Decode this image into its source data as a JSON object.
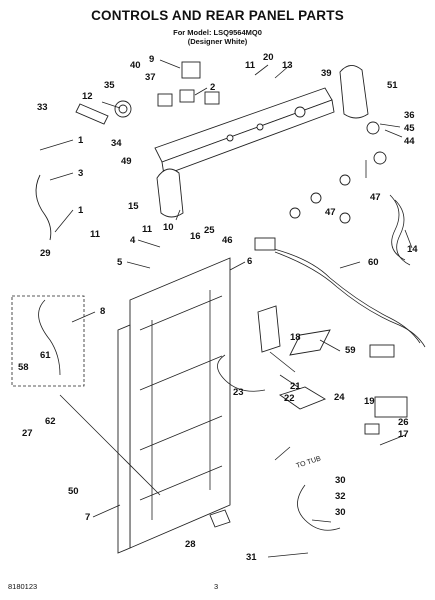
{
  "header": {
    "title": "CONTROLS AND REAR PANEL PARTS",
    "model_line": "For Model: LSQ9564MQ0",
    "variant_line": "(Designer White)"
  },
  "footer": {
    "doc_number": "8180123",
    "page_number": "3"
  },
  "callouts": [
    "1",
    "1",
    "2",
    "3",
    "4",
    "5",
    "6",
    "7",
    "8",
    "9",
    "10",
    "11",
    "11",
    "11",
    "12",
    "13",
    "14",
    "15",
    "16",
    "17",
    "18",
    "19",
    "20",
    "21",
    "22",
    "23",
    "24",
    "25",
    "26",
    "27",
    "28",
    "29",
    "30",
    "30",
    "31",
    "32",
    "33",
    "34",
    "35",
    "36",
    "37",
    "39",
    "40",
    "44",
    "45",
    "46",
    "47",
    "47",
    "49",
    "50",
    "51",
    "58",
    "59",
    "60",
    "61",
    "62"
  ],
  "annotations": {
    "to_tub": "TO TUB"
  },
  "icons": {
    "parts_drawing": "exploded-view-drawing"
  }
}
